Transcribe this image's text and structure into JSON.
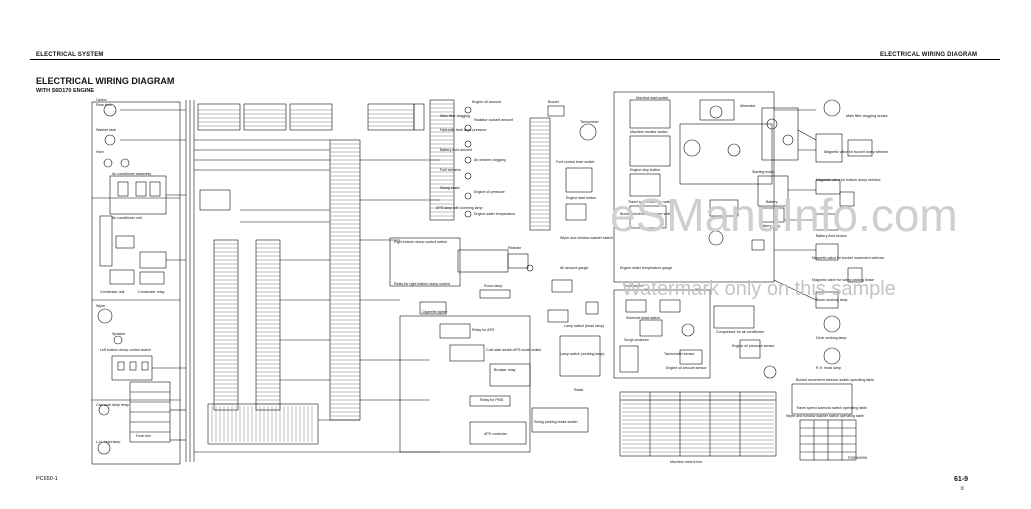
{
  "header": {
    "left": "ELECTRICAL SYSTEM",
    "right": "ELECTRICAL WIRING DIAGRAM"
  },
  "title": "ELECTRICAL WIRING DIAGRAM",
  "subtitle": "WITH S6D170 ENGINE",
  "footer": {
    "left": "PC650-1",
    "page": "61-9",
    "page_sub": "①"
  },
  "watermark": {
    "main": "eSManuInfo.com",
    "sub": "Watermark only on this sample"
  },
  "labels": {
    "option": "Option",
    "rear_horn": "Rear horn",
    "washer_tank": "Washer tank",
    "horn": "Horn",
    "air_conditioner_assembly": "Air conditioner assembly",
    "air_conditioner_unit": "Air conditioner unit",
    "condenser_unit": "Condenser unit",
    "condenser_relay": "Condenser relay",
    "wiper": "Wiper",
    "speaker": "Speaker",
    "left_bottom_dump_control_switch": "Left bottom dump control switch",
    "cab_work_lamp_relay": "Cab work lamp relay",
    "fuse_box": "Fuse box",
    "left_hand_head_lamp": "L.H. head lamp",
    "main_filter_clogging": "Main filter clogging",
    "hydraulic_tank_level": "Hydraulic tank lever pressure",
    "engine_oil_amount": "Engine oil amount",
    "radiator_coolant_amount": "Radiator coolant amount",
    "battery_fluid_amount": "Battery fluid amount",
    "air_cleaner_clogging": "Air cleaner clogging",
    "fuel_remains": "Fuel remains",
    "swing_brake": "Swing brake",
    "engine_oil_pressure": "Engine oil pressure",
    "aps_lamp": "APS lamp with lowering lamp",
    "engine_water_temperature": "Engine water temperature",
    "buzzer": "Buzzer",
    "tachometer": "Tachometer",
    "fuel_control_lever_switch": "Fuel control lever switch",
    "engine_start_button": "Engine start button",
    "machine_load_switch": "Machine load switch",
    "machine_monitor_switch": "Machine monitor switch",
    "engine_stop_button": "Engine stop button",
    "travel_speed_selector_switch": "Travel speed selector switch",
    "bucket_movement_selector_switch": "Bucket movement selector switch",
    "wiper_window_washer_switch": "Wiper and window washer switch",
    "air_amount_gauge": "Air amount gauge",
    "engine_water_temperature_gauge": "Engine water temperature gauge",
    "right_bottom_dump_control_switch": "Right bottom dump control switch",
    "relay_right_bottom_dump": "Relay for right bottom dump control",
    "resistor": "Resistor",
    "room_lamp": "Room lamp",
    "cigarette_lighter": "Cigarette lighter",
    "relay_for_aps": "Relay for APS",
    "cold_start_switch": "Cold start switch APS mode switch",
    "breaker_relay": "Breaker relay",
    "relay_for_pmd": "Relay for PMD",
    "aps_controller": "APS controller",
    "swing_parking_brake_switch": "Swing parking brake switch",
    "lamp_switch_head_lamp": "Lamp switch (head lamp)",
    "lamp_switch_working_lamp": "Lamp switch (working lamp)",
    "radio": "Radio",
    "fuse_switch": "Fuse switch",
    "solenoid_head_switch": "Solenoid head switch",
    "surge_protector": "Surge protector",
    "tachometer_sensor": "Tachometer sensor",
    "engine_oil_amount_sensor": "Engine oil amount sensor",
    "alternator": "Alternator",
    "starting_motor": "Starting motor",
    "battery": "Battery",
    "battery_relay": "Battery relay",
    "battery_fluid_sensor": "Battery fluid sensor",
    "compressor_for_air_conditioner": "Compressor for air conditioner",
    "engine_oil_pressure_sensor": "Engine oil pressure sensor",
    "main_filter_clogging_sensor": "Main filter clogging sensor",
    "magnetic_valve_for_bucket_dump": "Magnetic valve for bucket dump selector",
    "magnetic_valve_for_bottom_dump": "Magnetic valve for bottom dump selector",
    "magnetic_valve_bucket_movement": "Magnetic valve for bucket movement selector",
    "magnetic_valve_swing_brake": "Magnetic valve for swing parking brake",
    "boom_working_lamp": "Boom working lamp",
    "deck_working_lamp": "Deck working lamp",
    "rh_head_lamp": "R.H. head lamp",
    "bucket_movement_selector_switch_table": "Bucket movement selector switch operating table",
    "travel_speed_solenoid_switch_table": "Travel speed solenoid switch operating table",
    "wiper_washer_switch_table": "Wiper and window washer switch operating table",
    "machine_control_box": "Machine control box",
    "code_id": "F20N94095"
  }
}
